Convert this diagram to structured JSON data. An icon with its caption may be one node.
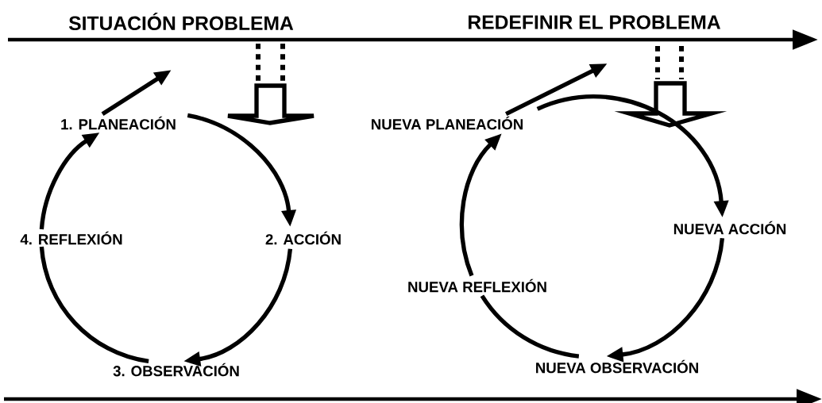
{
  "diagram": {
    "nodes": [
      {
        "text": [
          "1. PLANEACIÓN"
        ]
      },
      {
        "text": [
          "2. ACCIÓN"
        ]
      },
      {
        "text": [
          "3. OBSERVACIÓN"
        ]
      },
      {
        "text": [
          "4. REFLEXIÓN"
        ]
      },
      {
        "text": [
          "NUEVA PLANEACIÓN"
        ]
      },
      {
        "text": [
          "NUEVA ACCIÓN"
        ]
      },
      {
        "text": [
          "NUEVA OBSERVACIÓN"
        ]
      },
      {
        "text": [
          "NUEVA REFLEXIÓN"
        ]
      }
    ],
    "edges": [
      {
        "from": 0,
        "to": 1,
        "arrow": "to"
      },
      {
        "from": 1,
        "to": 2,
        "arrow": "to"
      },
      {
        "from": 2,
        "to": 3,
        "arrow": "none"
      },
      {
        "from": 3,
        "to": 0,
        "arrow": "to"
      },
      {
        "from": 4,
        "to": 5,
        "arrow": "to"
      },
      {
        "from": 5,
        "to": 6,
        "arrow": "to"
      },
      {
        "from": 6,
        "to": 7,
        "arrow": "none"
      },
      {
        "from": 7,
        "to": 4,
        "arrow": "to"
      },
      {
        "from": 0,
        "to": null,
        "arrow": "to"
      },
      {
        "from": 4,
        "to": null,
        "arrow": "to"
      }
    ],
    "labels": [
      "SITUACIÓN PROBLEMA",
      "REDEFINIR EL PROBLEMA"
    ]
  }
}
